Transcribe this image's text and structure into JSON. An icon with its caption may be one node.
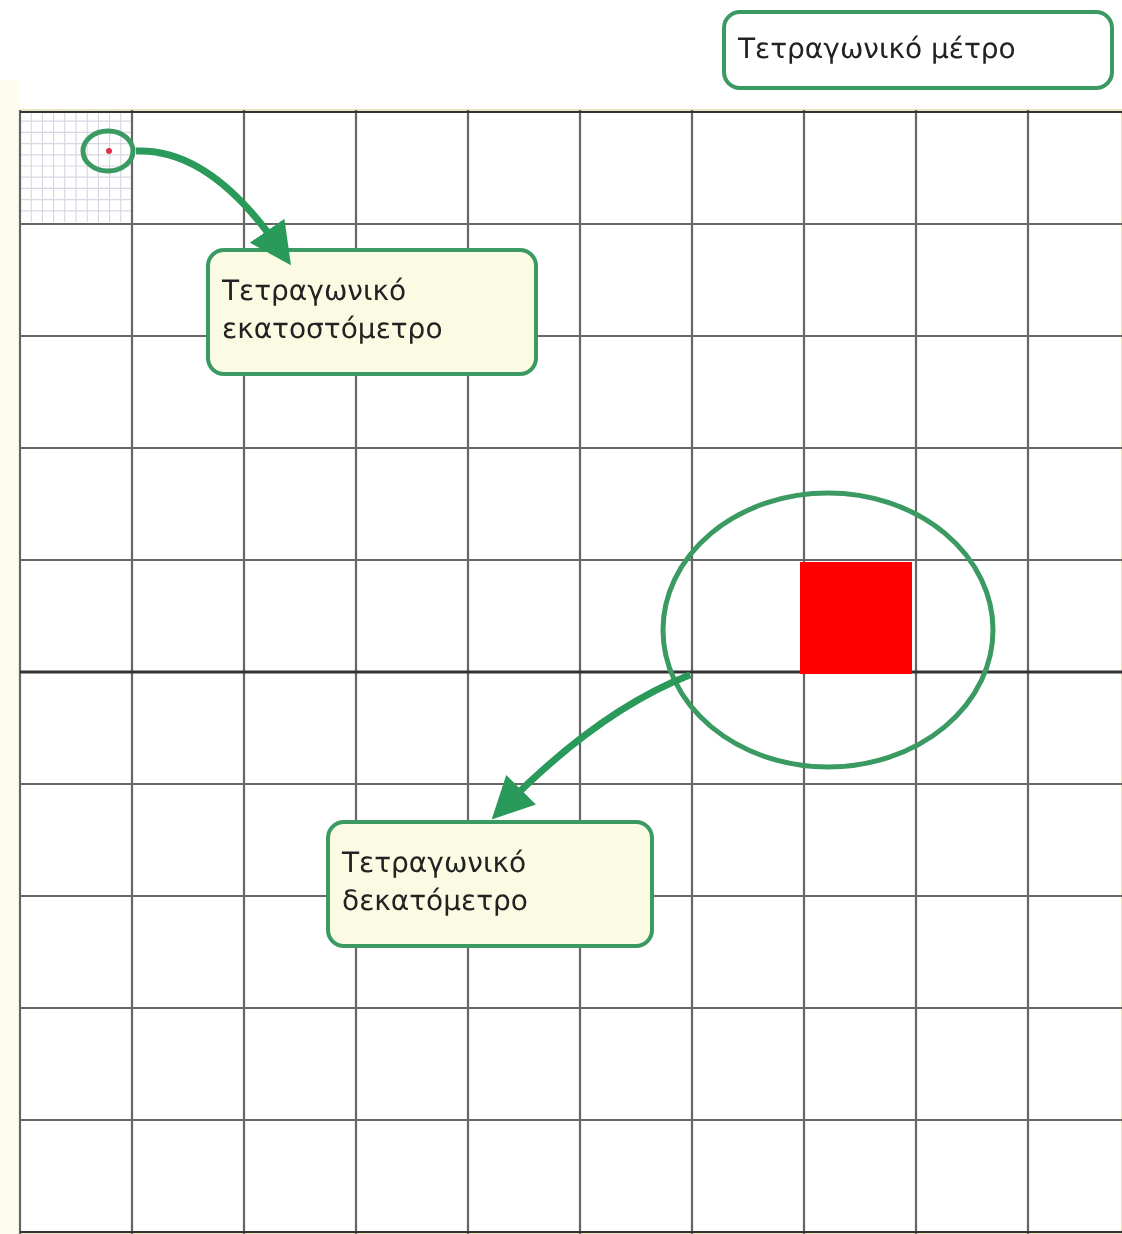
{
  "diagram": {
    "nodes": [
      {
        "text": [
          "Τετραγωνικό μέτρο"
        ]
      },
      {
        "text": [],
        "shape": "circle"
      },
      {
        "text": [
          "Τετραγωνικό εκατοστόμετρο"
        ]
      },
      {
        "text": [],
        "shape": "circle"
      },
      {
        "text": [
          "Τετραγωνικό δεκατόμετρο"
        ]
      }
    ],
    "edges": [
      {
        "from": 1,
        "to": 2,
        "arrow": "to"
      },
      {
        "from": 3,
        "to": 4,
        "arrow": "to"
      }
    ]
  }
}
